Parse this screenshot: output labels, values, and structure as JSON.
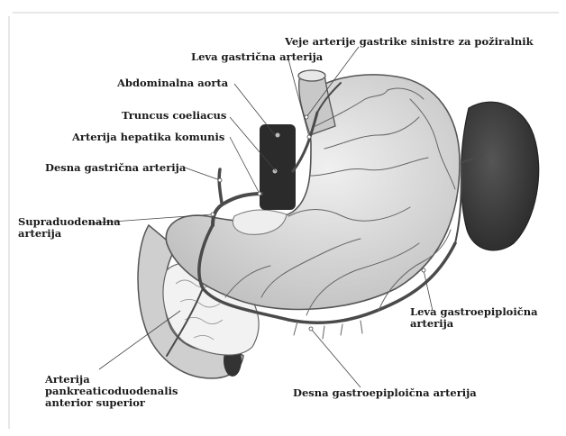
{
  "figure": {
    "labels": {
      "veje_arterije": "Veje arterije gastrike sinistre za požiralnik",
      "leva_gastricna": "Leva gastrična arterija",
      "abdominalna_aorta": "Abdominalna aorta",
      "truncus_coeliacus": "Truncus coeliacus",
      "hepatika_komunis": "Arterija hepatika komunis",
      "desna_gastricna": "Desna gastrična arterija",
      "supraduodenalna": "Supraduodenalna\narterija",
      "leva_gastroepiploicna": "Leva gastroepiploična\narterija",
      "desna_gastroepiploicna": "Desna gastroepiploična arterija",
      "pankreaticoduodenalis": "Arterija\npankreaticoduodenalis\nanterior superior"
    },
    "colors": {
      "stomach": "#dcdcdc",
      "stomach_outline": "#555555",
      "spleen": "#3a3a3a",
      "aorta": "#2b2b2b",
      "artery": "#4a4a4a",
      "pancreas": "#f2f2f2",
      "leader": "#444444"
    }
  }
}
